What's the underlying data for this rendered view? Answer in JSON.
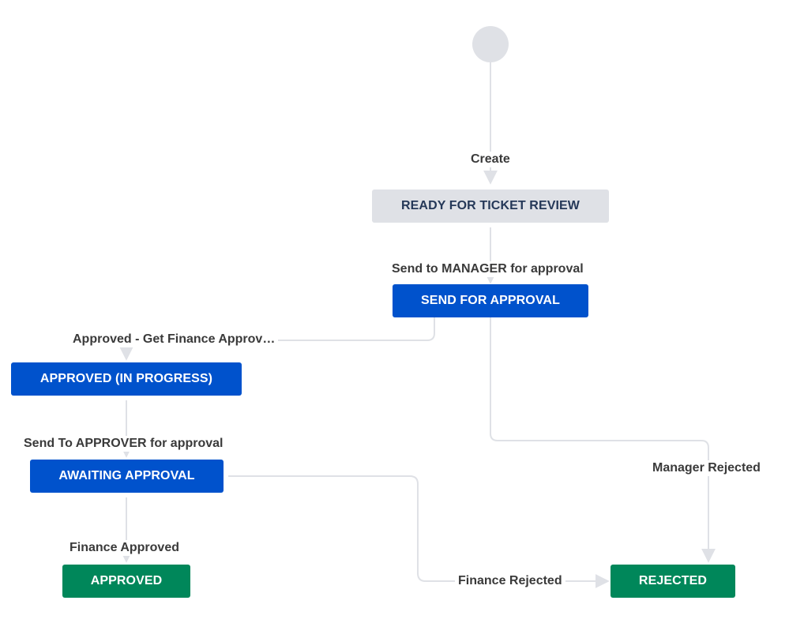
{
  "colors": {
    "todo_bg": "#dfe1e6",
    "todo_text": "#253858",
    "inprogress_bg": "#0052cc",
    "done_bg": "#00875a",
    "connector": "#dfe1e6",
    "label_text": "#3a3a3a"
  },
  "statuses": {
    "ready": "READY FOR TICKET REVIEW",
    "send_for_approval": "SEND FOR APPROVAL",
    "approved_in_progress": "APPROVED (IN PROGRESS)",
    "awaiting_approval": "AWAITING APPROVAL",
    "approved": "APPROVED",
    "rejected": "REJECTED"
  },
  "transitions": {
    "create": "Create",
    "send_to_manager": "Send to MANAGER for approval",
    "get_finance_approval": "Approved - Get Finance Approv…",
    "send_to_approver": "Send To APPROVER for approval",
    "finance_approved": "Finance Approved",
    "manager_rejected": "Manager Rejected",
    "finance_rejected": "Finance Rejected"
  }
}
